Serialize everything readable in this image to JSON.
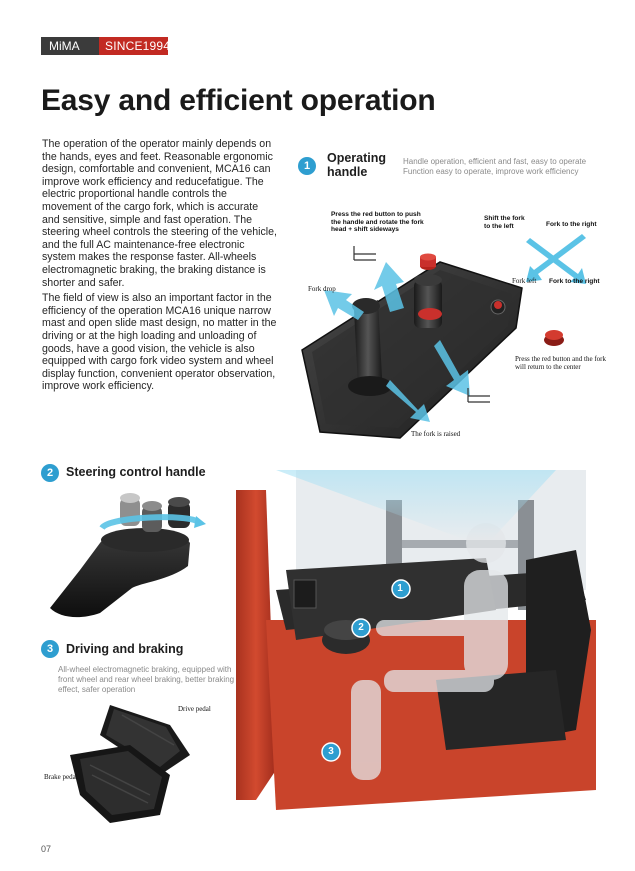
{
  "brand": {
    "name": "MiMA",
    "since": "SINCE1994",
    "accent_color": "#c22a22",
    "dark_color": "#3b3b3b"
  },
  "page": {
    "title": "Easy and efficient operation",
    "number": "07"
  },
  "intro": {
    "paragraph1": "The operation of the operator mainly depends on the hands, eyes and feet. Reasonable ergonomic design, comfortable and convenient, MCA16 can improve work efficiency and reducefatigue. The electric proportional handle controls the movement of the cargo fork, which is accurate and sensitive, simple and fast operation. The steering wheel controls the steering of the vehicle, and the full AC maintenance-free electronic system makes the response faster. All-wheels electromagnetic braking, the braking distance is shorter and safer.",
    "paragraph2": "The field of view is also an important factor in the efficiency of the operation MCA16 unique narrow mast and open slide mast design, no matter in the driving or at the high loading and unloading of goods, have a good vision, the vehicle is also equipped with cargo fork video system and wheel display function, convenient operator observation, improve work efficiency."
  },
  "section1": {
    "number": "1",
    "title_line1": "Operating",
    "title_line2": "handle",
    "desc_line1": "Handle operation, efficient and fast, easy to operate",
    "desc_line2": "Function easy to operate, improve work efficiency",
    "labels": {
      "red_button": "Press the red button to push the handle and rotate the fork head + shift sideways",
      "shift_left": "Shift the fork to the left",
      "fork_right_top": "Fork to the right",
      "fork_left": "Fork left",
      "fork_right": "Fork to the right",
      "fork_drop": "Fork drop",
      "red_return": "Press the red button and the fork will return to the center",
      "fork_raised": "The fork is raised"
    }
  },
  "section2": {
    "number": "2",
    "title": "Steering control handle"
  },
  "section3": {
    "number": "3",
    "title": "Driving and braking",
    "desc": "All-wheel electromagnetic braking, equipped with front wheel and rear wheel braking, better braking effect, safer operation",
    "labels": {
      "drive_pedal": "Drive pedal",
      "brake_pedal": "Brake pedal"
    }
  },
  "cab_markers": [
    "1",
    "2",
    "3"
  ],
  "colors": {
    "accent_blue": "#2e9ed0",
    "truck_red": "#c8442c",
    "arrow_cyan": "#5bc3e6"
  }
}
